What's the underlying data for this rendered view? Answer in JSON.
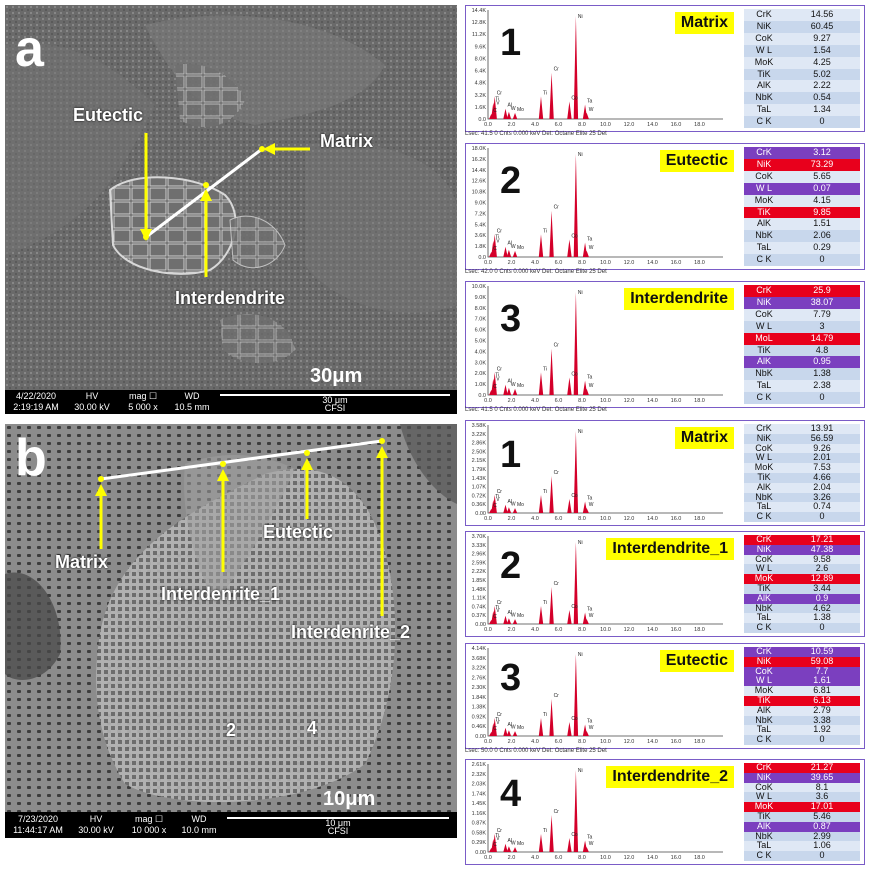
{
  "panel_a": {
    "letter": "a",
    "labels": {
      "eutectic": "Eutectic",
      "matrix": "Matrix",
      "interdendrite": "Interdendrite"
    },
    "scale_label": "30μm",
    "footer": {
      "date": "4/22/2020",
      "time": "2:19:19 AM",
      "hv_label": "HV",
      "hv": "30.00 kV",
      "mag_label": "mag ☐",
      "mag": "5 000 x",
      "wd_label": "WD",
      "wd": "10.5 mm",
      "bar_label": "30 μm",
      "org": "CFSI"
    },
    "spectra": [
      {
        "number": "1",
        "phase": "Matrix",
        "peak_color": "#d4002a",
        "y_ticks": [
          "14.4K",
          "12.8K",
          "11.2K",
          "9.6K",
          "8.0K",
          "6.4K",
          "4.8K",
          "3.2K",
          "1.6K",
          "0.0"
        ],
        "x_ticks": [
          "0.0",
          "2.0",
          "4.0",
          "6.0",
          "8.0",
          "10.0",
          "12.0",
          "14.0",
          "16.0",
          "18.0"
        ],
        "footer": "Lsec: 41.5 0 Cnts  0.000 keV  Det: Octane Elite 25 Det",
        "rows": [
          {
            "el": "CrK",
            "val": "14.56"
          },
          {
            "el": "NiK",
            "val": "60.45"
          },
          {
            "el": "CoK",
            "val": "9.27"
          },
          {
            "el": "W L",
            "val": "1.54"
          },
          {
            "el": "MoK",
            "val": "4.25"
          },
          {
            "el": "TiK",
            "val": "5.02"
          },
          {
            "el": "AlK",
            "val": "2.22"
          },
          {
            "el": "NbK",
            "val": "0.54"
          },
          {
            "el": "TaL",
            "val": "1.34"
          },
          {
            "el": "C K",
            "val": "0"
          }
        ]
      },
      {
        "number": "2",
        "phase": "Eutectic",
        "peak_color": "#d4002a",
        "y_ticks": [
          "18.0K",
          "16.2K",
          "14.4K",
          "12.6K",
          "10.8K",
          "9.0K",
          "7.2K",
          "5.4K",
          "3.6K",
          "1.8K",
          "0.0"
        ],
        "x_ticks": [
          "0.0",
          "2.0",
          "4.0",
          "6.0",
          "8.0",
          "10.0",
          "12.0",
          "14.0",
          "16.0",
          "18.0"
        ],
        "footer": "Lsec: 42.0 0 Cnts  0.000 keV  Det: Octane Elite 25 Det",
        "rows": [
          {
            "el": "CrK",
            "val": "3.12",
            "hl": "purple"
          },
          {
            "el": "NiK",
            "val": "73.29",
            "hl": "red"
          },
          {
            "el": "CoK",
            "val": "5.65"
          },
          {
            "el": "W L",
            "val": "0.07",
            "hl": "purple"
          },
          {
            "el": "MoK",
            "val": "4.15"
          },
          {
            "el": "TiK",
            "val": "9.85",
            "hl": "red"
          },
          {
            "el": "AlK",
            "val": "1.51"
          },
          {
            "el": "NbK",
            "val": "2.06"
          },
          {
            "el": "TaL",
            "val": "0.29"
          },
          {
            "el": "C K",
            "val": "0"
          }
        ]
      },
      {
        "number": "3",
        "phase": "Interdendrite",
        "peak_color": "#d4002a",
        "y_ticks": [
          "10.0K",
          "9.0K",
          "8.0K",
          "7.0K",
          "6.0K",
          "5.0K",
          "4.0K",
          "3.0K",
          "2.0K",
          "1.0K",
          "0.0"
        ],
        "x_ticks": [
          "0.0",
          "2.0",
          "4.0",
          "6.0",
          "8.0",
          "10.0",
          "12.0",
          "14.0",
          "16.0",
          "18.0"
        ],
        "footer": "Lsec: 41.5 0 Cnts  0.000 keV  Det: Octane Elite 25 Det",
        "rows": [
          {
            "el": "CrK",
            "val": "25.9",
            "hl": "red"
          },
          {
            "el": "NiK",
            "val": "38.07",
            "hl": "purple"
          },
          {
            "el": "CoK",
            "val": "7.79"
          },
          {
            "el": "W L",
            "val": "3"
          },
          {
            "el": "MoL",
            "val": "14.79",
            "hl": "red"
          },
          {
            "el": "TiK",
            "val": "4.8"
          },
          {
            "el": "AlK",
            "val": "0.95",
            "hl": "purple"
          },
          {
            "el": "NbK",
            "val": "1.38"
          },
          {
            "el": "TaL",
            "val": "2.38"
          },
          {
            "el": "C K",
            "val": "0"
          }
        ]
      }
    ]
  },
  "panel_b": {
    "letter": "b",
    "labels": {
      "matrix": "Matrix",
      "eutectic": "Eutectic",
      "interdenrite_1": "Interdenrite_1",
      "interdenrite_2": "Interdenrite_2",
      "pt2": "2",
      "pt4": "4"
    },
    "scale_label": "10μm",
    "footer": {
      "date": "7/23/2020",
      "time": "11:44:17 AM",
      "hv_label": "HV",
      "hv": "30.00 kV",
      "mag_label": "mag ☐",
      "mag": "10 000 x",
      "wd_label": "WD",
      "wd": "10.0 mm",
      "bar_label": "10 μm",
      "org": "CFSI"
    },
    "spectra": [
      {
        "number": "1",
        "phase": "Matrix",
        "y_ticks": [
          "3.58K",
          "3.22K",
          "2.86K",
          "2.50K",
          "2.15K",
          "1.79K",
          "1.43K",
          "1.07K",
          "0.72K",
          "0.36K",
          "0.00"
        ],
        "x_ticks": [
          "0.0",
          "2.0",
          "4.0",
          "6.0",
          "8.0",
          "10.0",
          "12.0",
          "14.0",
          "16.0",
          "18.0"
        ],
        "rows": [
          {
            "el": "CrK",
            "val": "13.91"
          },
          {
            "el": "NiK",
            "val": "56.59"
          },
          {
            "el": "CoK",
            "val": "9.26"
          },
          {
            "el": "W L",
            "val": "2.01"
          },
          {
            "el": "MoK",
            "val": "7.53"
          },
          {
            "el": "TiK",
            "val": "4.66"
          },
          {
            "el": "AlK",
            "val": "2.04"
          },
          {
            "el": "NbK",
            "val": "3.26"
          },
          {
            "el": "TaL",
            "val": "0.74"
          },
          {
            "el": "C K",
            "val": "0"
          }
        ]
      },
      {
        "number": "2",
        "phase": "Interdendrite_1",
        "y_ticks": [
          "3.70K",
          "3.33K",
          "2.96K",
          "2.59K",
          "2.22K",
          "1.85K",
          "1.48K",
          "1.11K",
          "0.74K",
          "0.37K",
          "0.00"
        ],
        "x_ticks": [
          "0.0",
          "2.0",
          "4.0",
          "6.0",
          "8.0",
          "10.0",
          "12.0",
          "14.0",
          "16.0",
          "18.0"
        ],
        "rows": [
          {
            "el": "CrK",
            "val": "17.21",
            "hl": "red"
          },
          {
            "el": "NiK",
            "val": "47.38",
            "hl": "purple"
          },
          {
            "el": "CoK",
            "val": "9.58"
          },
          {
            "el": "W L",
            "val": "2.6"
          },
          {
            "el": "MoK",
            "val": "12.89",
            "hl": "red"
          },
          {
            "el": "TiK",
            "val": "3.44"
          },
          {
            "el": "AlK",
            "val": "0.9",
            "hl": "purple"
          },
          {
            "el": "NbK",
            "val": "4.62"
          },
          {
            "el": "TaL",
            "val": "1.38"
          },
          {
            "el": "C K",
            "val": "0"
          }
        ]
      },
      {
        "number": "3",
        "phase": "Eutectic",
        "y_ticks": [
          "4.14K",
          "3.68K",
          "3.22K",
          "2.76K",
          "2.30K",
          "1.84K",
          "1.38K",
          "0.92K",
          "0.46K",
          "0.00"
        ],
        "x_ticks": [
          "0.0",
          "2.0",
          "4.0",
          "6.0",
          "8.0",
          "10.0",
          "12.0",
          "14.0",
          "16.0",
          "18.0"
        ],
        "footer": "Lsec: 50.0 0 Cnts  0.000 keV  Det: Octane Elite 25 Det",
        "rows": [
          {
            "el": "CrK",
            "val": "10.59",
            "hl": "purple"
          },
          {
            "el": "NiK",
            "val": "59.08",
            "hl": "red"
          },
          {
            "el": "CoK",
            "val": "7.7",
            "hl": "purple"
          },
          {
            "el": "W L",
            "val": "1.61",
            "hl": "purple"
          },
          {
            "el": "MoK",
            "val": "6.81"
          },
          {
            "el": "TiK",
            "val": "6.13",
            "hl": "red"
          },
          {
            "el": "AlK",
            "val": "2.79"
          },
          {
            "el": "NbK",
            "val": "3.38"
          },
          {
            "el": "TaL",
            "val": "1.92"
          },
          {
            "el": "C K",
            "val": "0"
          }
        ]
      },
      {
        "number": "4",
        "phase": "Interdendrite_2",
        "y_ticks": [
          "2.61K",
          "2.32K",
          "2.03K",
          "1.74K",
          "1.45K",
          "1.16K",
          "0.87K",
          "0.58K",
          "0.29K",
          "0.00"
        ],
        "x_ticks": [
          "0.0",
          "2.0",
          "4.0",
          "6.0",
          "8.0",
          "10.0",
          "12.0",
          "14.0",
          "16.0",
          "18.0"
        ],
        "rows": [
          {
            "el": "CrK",
            "val": "21.27",
            "hl": "red"
          },
          {
            "el": "NiK",
            "val": "39.65",
            "hl": "purple"
          },
          {
            "el": "CoK",
            "val": "8.1"
          },
          {
            "el": "W L",
            "val": "3.6"
          },
          {
            "el": "MoK",
            "val": "17.01",
            "hl": "red"
          },
          {
            "el": "TiK",
            "val": "5.46"
          },
          {
            "el": "AlK",
            "val": "0.87",
            "hl": "purple"
          },
          {
            "el": "NbK",
            "val": "2.99"
          },
          {
            "el": "TaL",
            "val": "1.06"
          },
          {
            "el": "C K",
            "val": "0"
          }
        ]
      }
    ]
  },
  "peak_element_labels": [
    "C",
    "Ti",
    "V",
    "Cr",
    "Al",
    "W",
    "Mo",
    "Ti",
    "Cr",
    "Co",
    "Ni",
    "Ta",
    "W"
  ],
  "colors": {
    "peak": "#d4002a",
    "highlight_red": "#e8001c",
    "highlight_purple": "#7b3fbf",
    "row_light": "#dfe8f5",
    "row_mid": "#c8d7ec",
    "arrow": "#ffff00",
    "tag": "#ffff00"
  }
}
